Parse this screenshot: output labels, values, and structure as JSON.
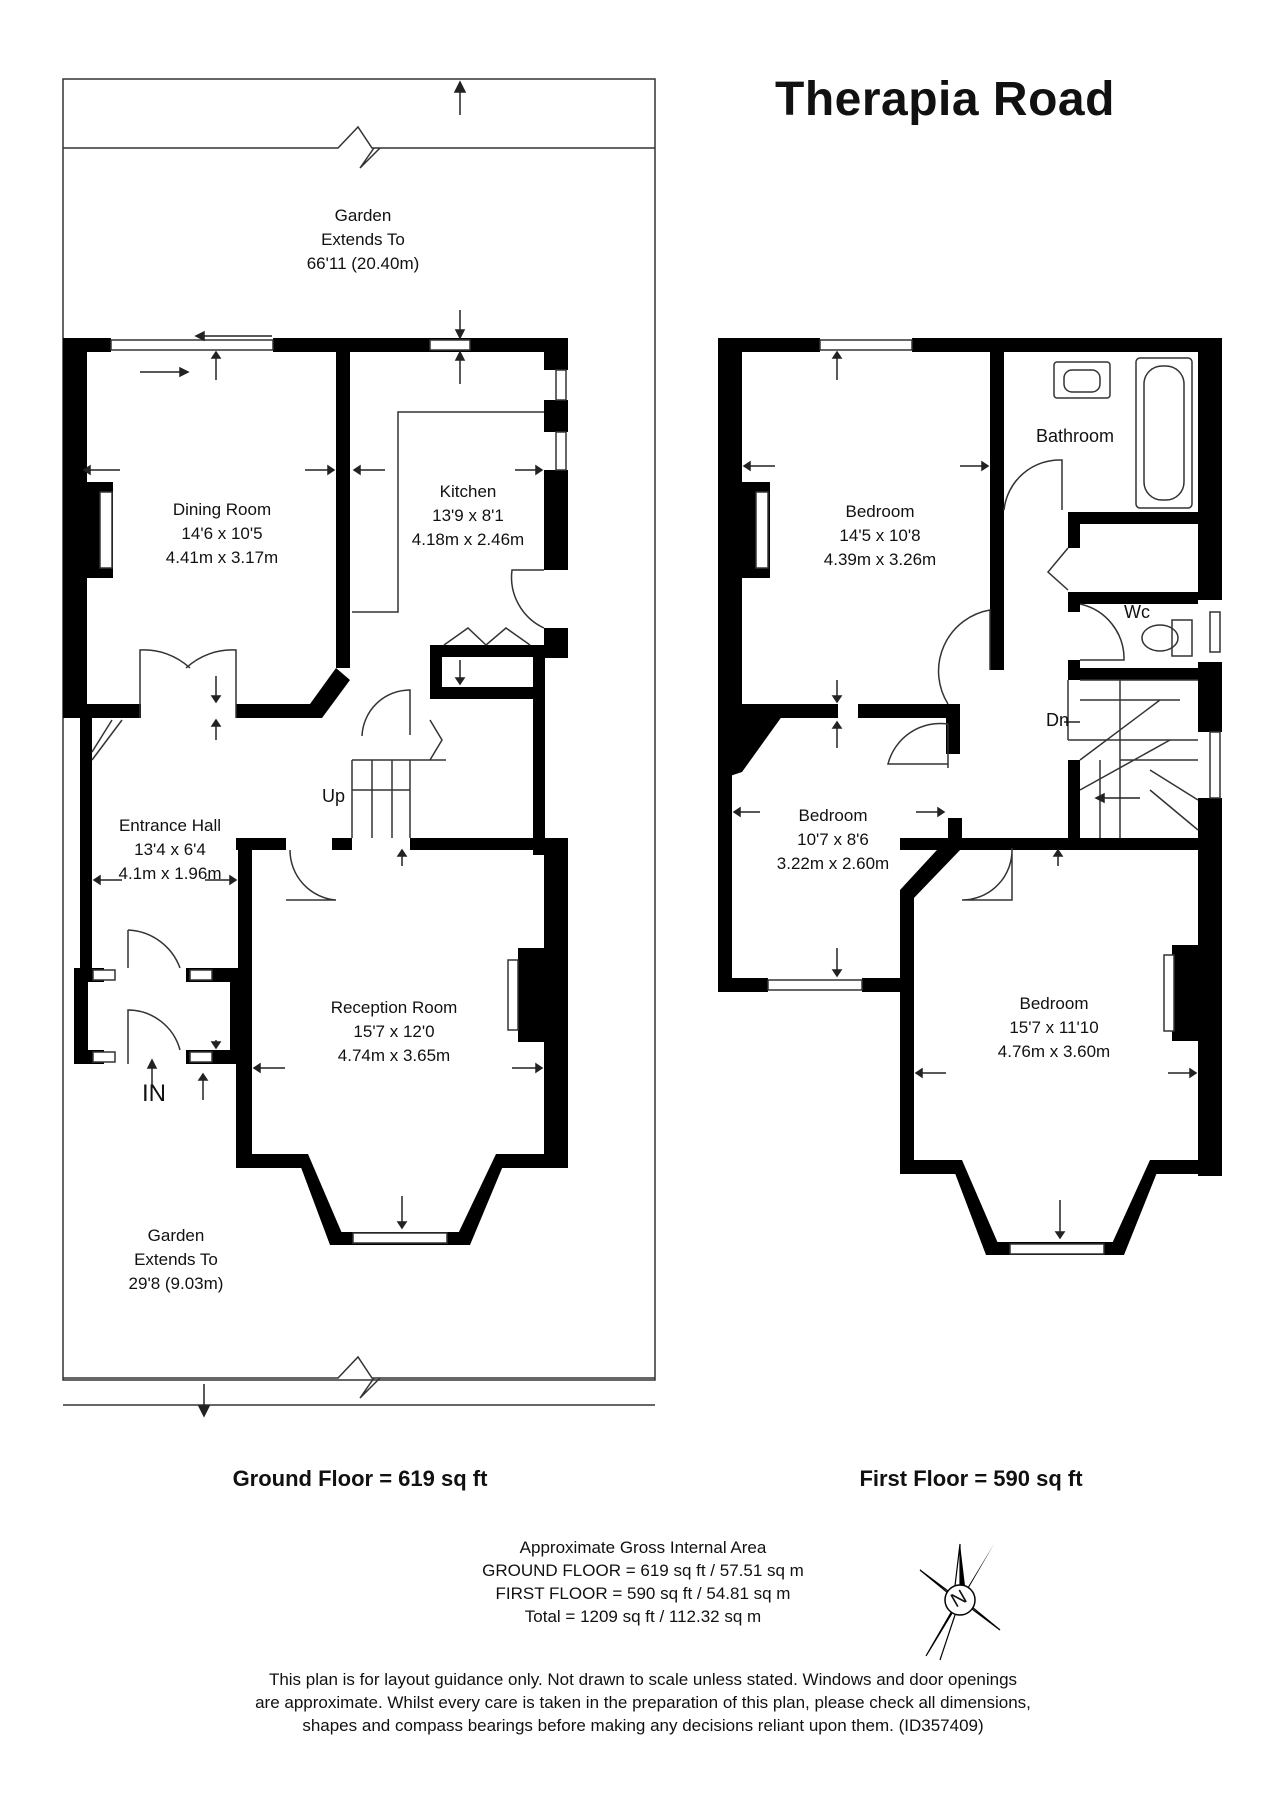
{
  "title": "Therapia Road",
  "ground_floor": {
    "garden_rear": {
      "line1": "Garden",
      "line2": "Extends To",
      "line3": "66'11 (20.40m)"
    },
    "dining_room": {
      "name": "Dining Room",
      "imperial": "14'6 x 10'5",
      "metric": "4.41m x 3.17m"
    },
    "kitchen": {
      "name": "Kitchen",
      "imperial": "13'9 x 8'1",
      "metric": "4.18m x 2.46m"
    },
    "entrance_hall": {
      "name": "Entrance Hall",
      "imperial": "13'4 x 6'4",
      "metric": "4.1m x 1.96m"
    },
    "reception_room": {
      "name": "Reception Room",
      "imperial": "15'7 x 12'0",
      "metric": "4.74m x 3.65m"
    },
    "garden_front": {
      "line1": "Garden",
      "line2": "Extends To",
      "line3": "29'8 (9.03m)"
    },
    "stairs_label": "Up",
    "entry_label": "IN",
    "total": "Ground Floor = 619 sq ft"
  },
  "first_floor": {
    "bedroom_rear": {
      "name": "Bedroom",
      "imperial": "14'5 x 10'8",
      "metric": "4.39m x 3.26m"
    },
    "bathroom": {
      "name": "Bathroom"
    },
    "wc": {
      "name": "Wc"
    },
    "bedroom_small": {
      "name": "Bedroom",
      "imperial": "10'7 x 8'6",
      "metric": "3.22m x 2.60m"
    },
    "bedroom_front": {
      "name": "Bedroom",
      "imperial": "15'7 x 11'10",
      "metric": "4.76m x 3.60m"
    },
    "stairs_label": "Dn",
    "total": "First Floor = 590 sq ft"
  },
  "gross_area": {
    "heading": "Approximate Gross Internal Area",
    "ground": "GROUND FLOOR = 619 sq ft / 57.51 sq m",
    "first": "FIRST FLOOR = 590 sq ft / 54.81 sq m",
    "total": "Total = 1209 sq ft / 112.32 sq m"
  },
  "compass_letter": "N",
  "disclaimer": {
    "line1": "This plan is for layout guidance only. Not drawn to scale unless stated. Windows and door openings",
    "line2": "are approximate. Whilst every care is taken in the preparation of this plan, please check all dimensions,",
    "line3": "shapes and compass bearings before making any decisions reliant upon them. (ID357409)"
  },
  "colors": {
    "wall": "#000000",
    "line": "#333333",
    "background": "#ffffff"
  }
}
